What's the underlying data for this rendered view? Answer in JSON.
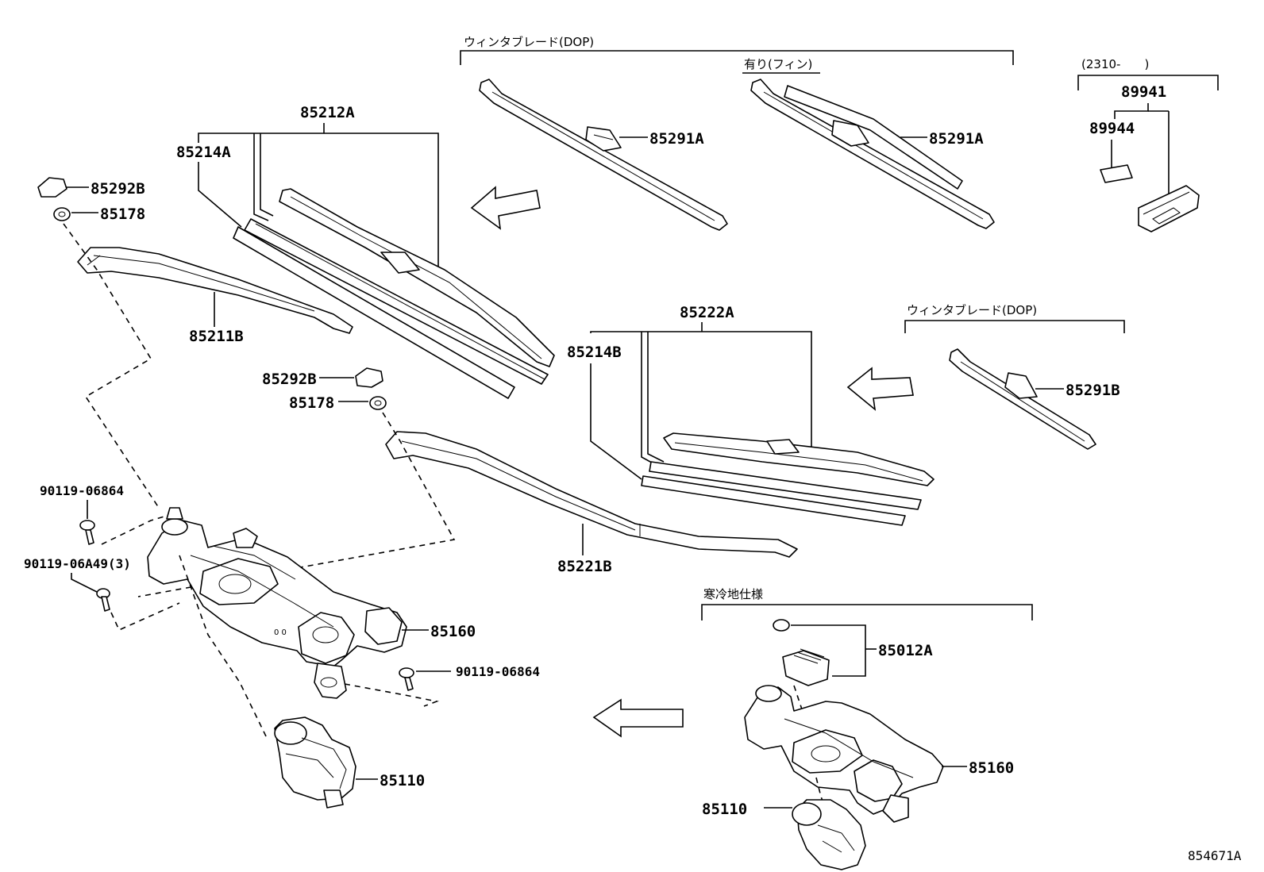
{
  "notes": {
    "winter_blade_top": "ウィンタブレード(DOP)",
    "with_fin": "有り(フィン)",
    "date_range": "(2310-　　)",
    "winter_blade_right": "ウィンタブレード(DOP)",
    "cold_region": "寒冷地仕様"
  },
  "labels": {
    "p85212A": "85212A",
    "p85214A": "85214A",
    "p85292B_top": "85292B",
    "p85178_top": "85178",
    "p85211B": "85211B",
    "p85291A_left": "85291A",
    "p85291A_right": "85291A",
    "p89941": "89941",
    "p89944": "89944",
    "p85222A": "85222A",
    "p85214B": "85214B",
    "p85291B": "85291B",
    "p85292B_mid": "85292B",
    "p85178_mid": "85178",
    "p85221B": "85221B",
    "p90119_06864_top": "90119-06864",
    "p90119_06A49": "90119-06A49(3)",
    "p85160_left": "85160",
    "p90119_06864_mid": "90119-06864",
    "p85110_left": "85110",
    "p85012A": "85012A",
    "p85160_right": "85160",
    "p85110_right": "85110",
    "figure_code": "854671A"
  }
}
